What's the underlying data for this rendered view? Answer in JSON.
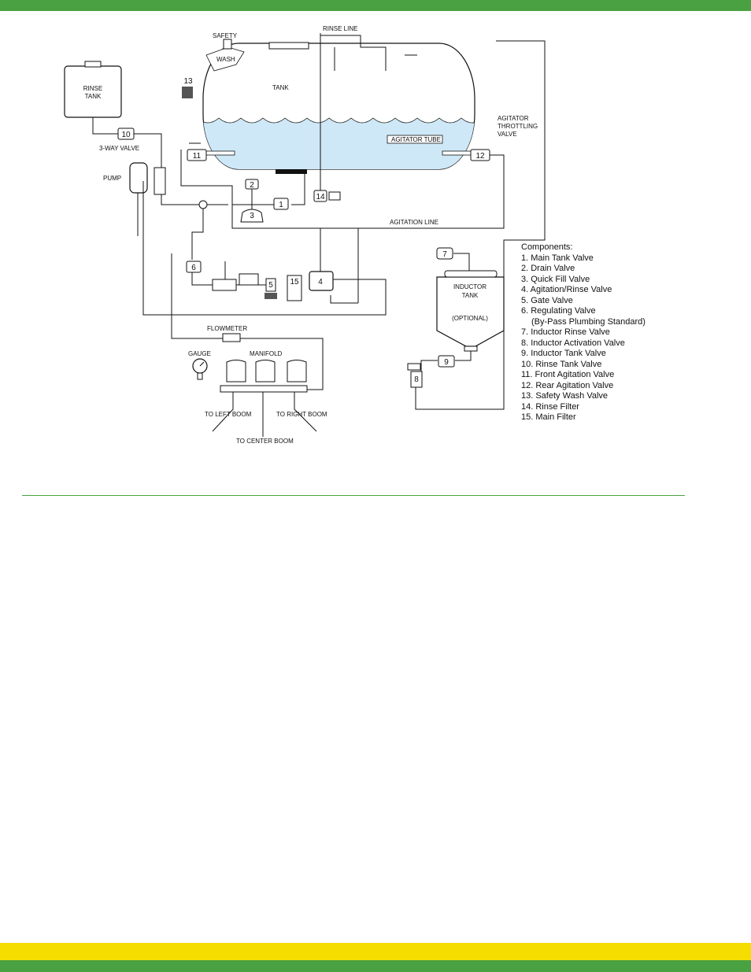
{
  "colors": {
    "green": "#4aa141",
    "yellow": "#f5dd00",
    "water": "#cfe8f7"
  },
  "diagram": {
    "labels": {
      "safety": "SAFETY",
      "wash": "WASH",
      "tank": "TANK",
      "rinse_line": "RINSE LINE",
      "rinse_tank": [
        "RINSE",
        "TANK"
      ],
      "three_way_valve": "3-WAY VALVE",
      "pump": "PUMP",
      "agitator_tube": "AGITATOR TUBE",
      "agitator_throttling_valve": [
        "AGITATOR",
        "THROTTLING",
        "VALVE"
      ],
      "agitation_line": "AGITATION LINE",
      "inductor_tank": [
        "INDUCTOR",
        "TANK"
      ],
      "optional": "(OPTIONAL)",
      "flowmeter": "FLOWMETER",
      "gauge": "GAUGE",
      "manifold": "MANIFOLD",
      "to_left_boom": "TO LEFT BOOM",
      "to_right_boom": "TO RIGHT BOOM",
      "to_center_boom": "TO CENTER BOOM"
    },
    "numbers": [
      "1",
      "2",
      "3",
      "4",
      "5",
      "6",
      "7",
      "8",
      "9",
      "10",
      "11",
      "12",
      "13",
      "14",
      "15"
    ]
  },
  "legend": {
    "title": "Components:",
    "items": [
      "1. Main Tank Valve",
      "2. Drain Valve",
      "3. Quick Fill Valve",
      "4. Agitation/Rinse Valve",
      "5. Gate Valve",
      "6. Regulating Valve",
      "(By-Pass Plumbing Standard)",
      "7. Inductor Rinse Valve",
      "8. Inductor Activation Valve",
      "9. Inductor Tank Valve",
      "10. Rinse Tank Valve",
      "11. Front Agitation Valve",
      "12. Rear Agitation Valve",
      "13. Safety Wash Valve",
      "14. Rinse Filter",
      "15. Main Filter"
    ]
  }
}
